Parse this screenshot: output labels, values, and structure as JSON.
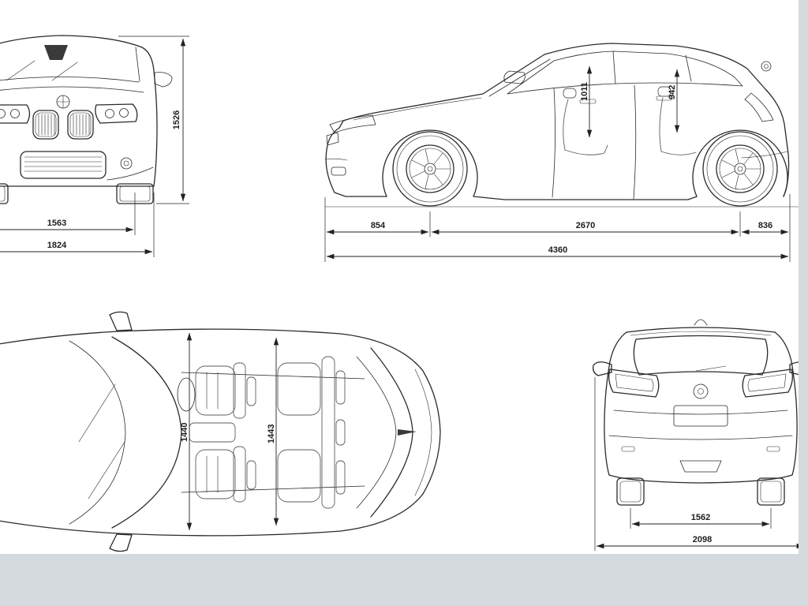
{
  "document": {
    "type": "vehicle-dimensions-blueprint",
    "background": "#ffffff",
    "gutter_color": "#d4dade",
    "line_color": "#2b2b2b"
  },
  "front_view": {
    "overall_height": "1526",
    "track_width": "1563",
    "body_width": "1824"
  },
  "side_view": {
    "front_interior_height": "1011",
    "rear_interior_height": "942",
    "front_overhang": "854",
    "wheelbase": "2670",
    "rear_overhang": "836",
    "overall_length": "4360"
  },
  "top_view": {
    "front_interior_width": "1440",
    "rear_interior_width": "1443"
  },
  "rear_view": {
    "rear_track_width": "1562",
    "overall_width_incl_mirrors": "2098"
  }
}
